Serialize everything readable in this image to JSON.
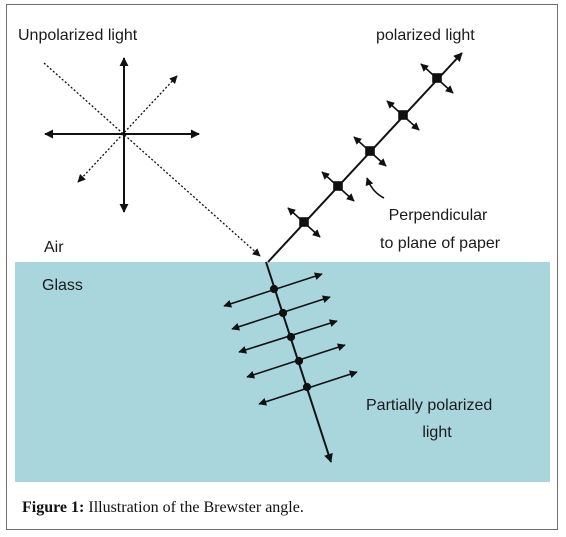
{
  "labels": {
    "unpolarized": "Unpolarized light",
    "polarized": "polarized light",
    "perpendicular_line1": "Perpendicular",
    "perpendicular_line2": "to plane of paper",
    "air": "Air",
    "glass": "Glass",
    "partial_line1": "Partially polarized",
    "partial_line2": "light"
  },
  "caption": {
    "figure_label": "Figure 1:",
    "text": "Illustration of the Brewster angle."
  },
  "colors": {
    "glass": "#a9d6dd",
    "ink": "#111111",
    "frame": "#6f6f6f"
  }
}
